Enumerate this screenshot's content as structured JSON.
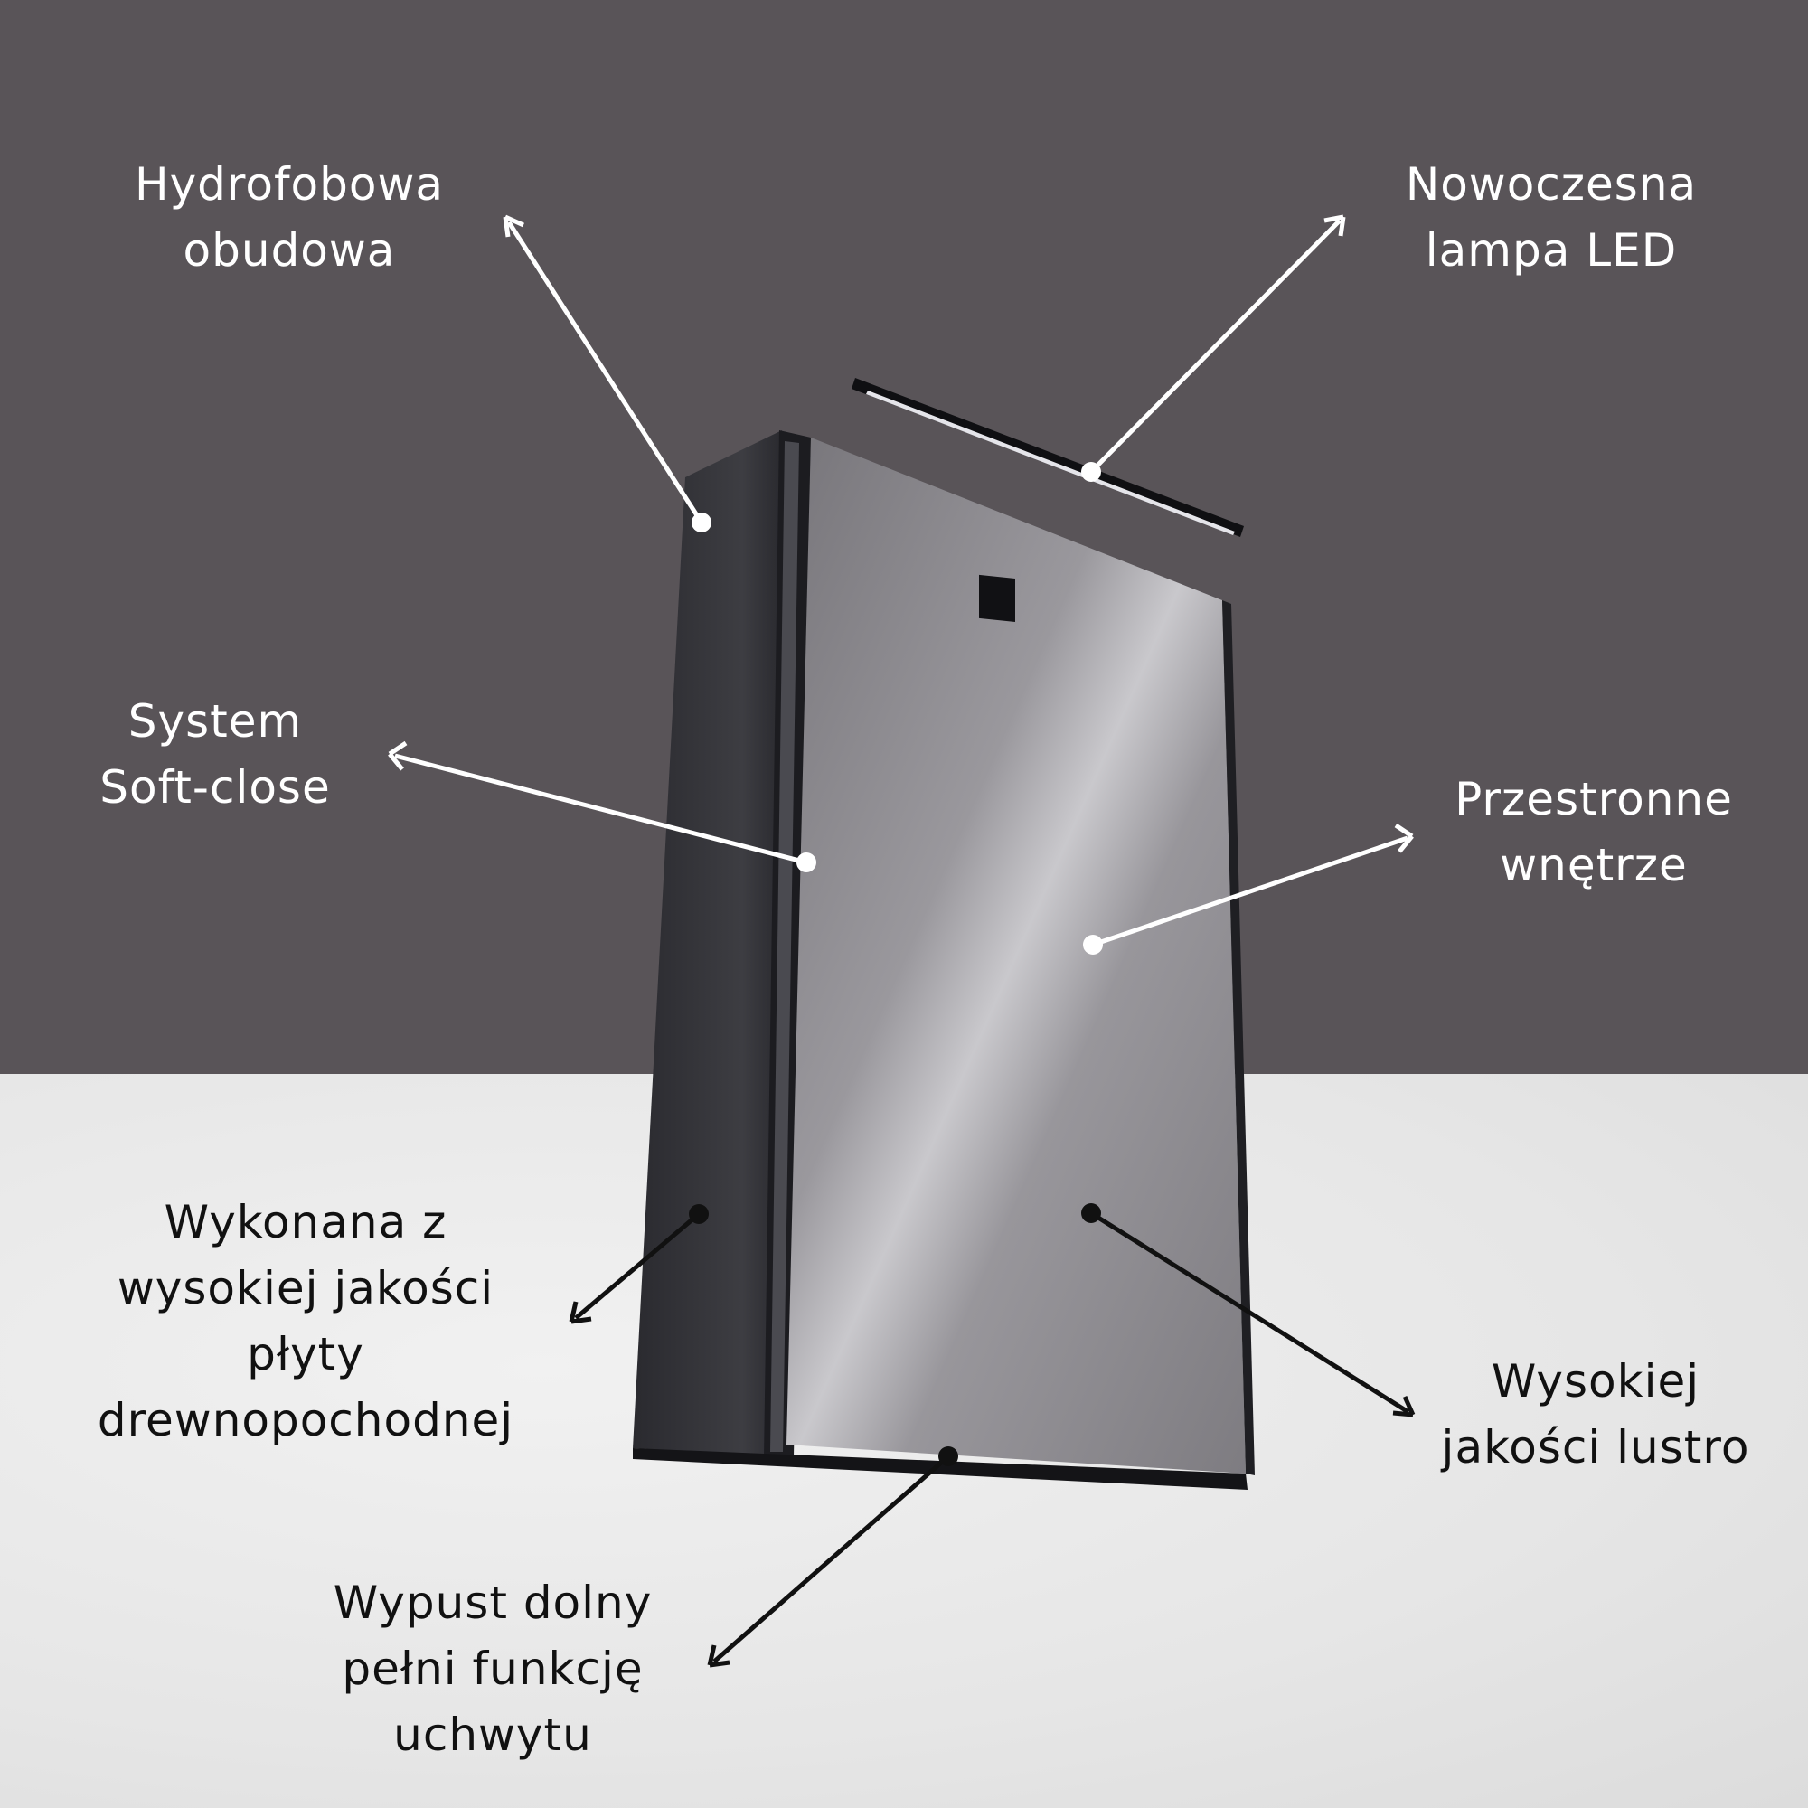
{
  "features": [
    {
      "id": "housing",
      "lines": [
        "Hydrofobowa",
        "obudowa"
      ]
    },
    {
      "id": "led",
      "lines": [
        "Nowoczesna",
        "lampa LED"
      ]
    },
    {
      "id": "softclose",
      "lines": [
        "System",
        "Soft-close"
      ]
    },
    {
      "id": "interior",
      "lines": [
        "Przestronne",
        "wnętrze"
      ]
    },
    {
      "id": "board",
      "lines": [
        "Wykonana z",
        "wysokiej jakości",
        "płyty",
        "drewnopochodnej"
      ]
    },
    {
      "id": "mirror",
      "lines": [
        "Wysokiej",
        "jakości lustro"
      ]
    },
    {
      "id": "handle",
      "lines": [
        "Wypust dolny",
        "pełni funkcję",
        "uchwytu"
      ]
    }
  ],
  "colors": {
    "wall": "#595458",
    "floor": "#e8e8e8",
    "cabinet": "#2e2e33",
    "mirror": "#8f8d92",
    "callout_light": "#ffffff",
    "callout_dark": "#111111"
  }
}
